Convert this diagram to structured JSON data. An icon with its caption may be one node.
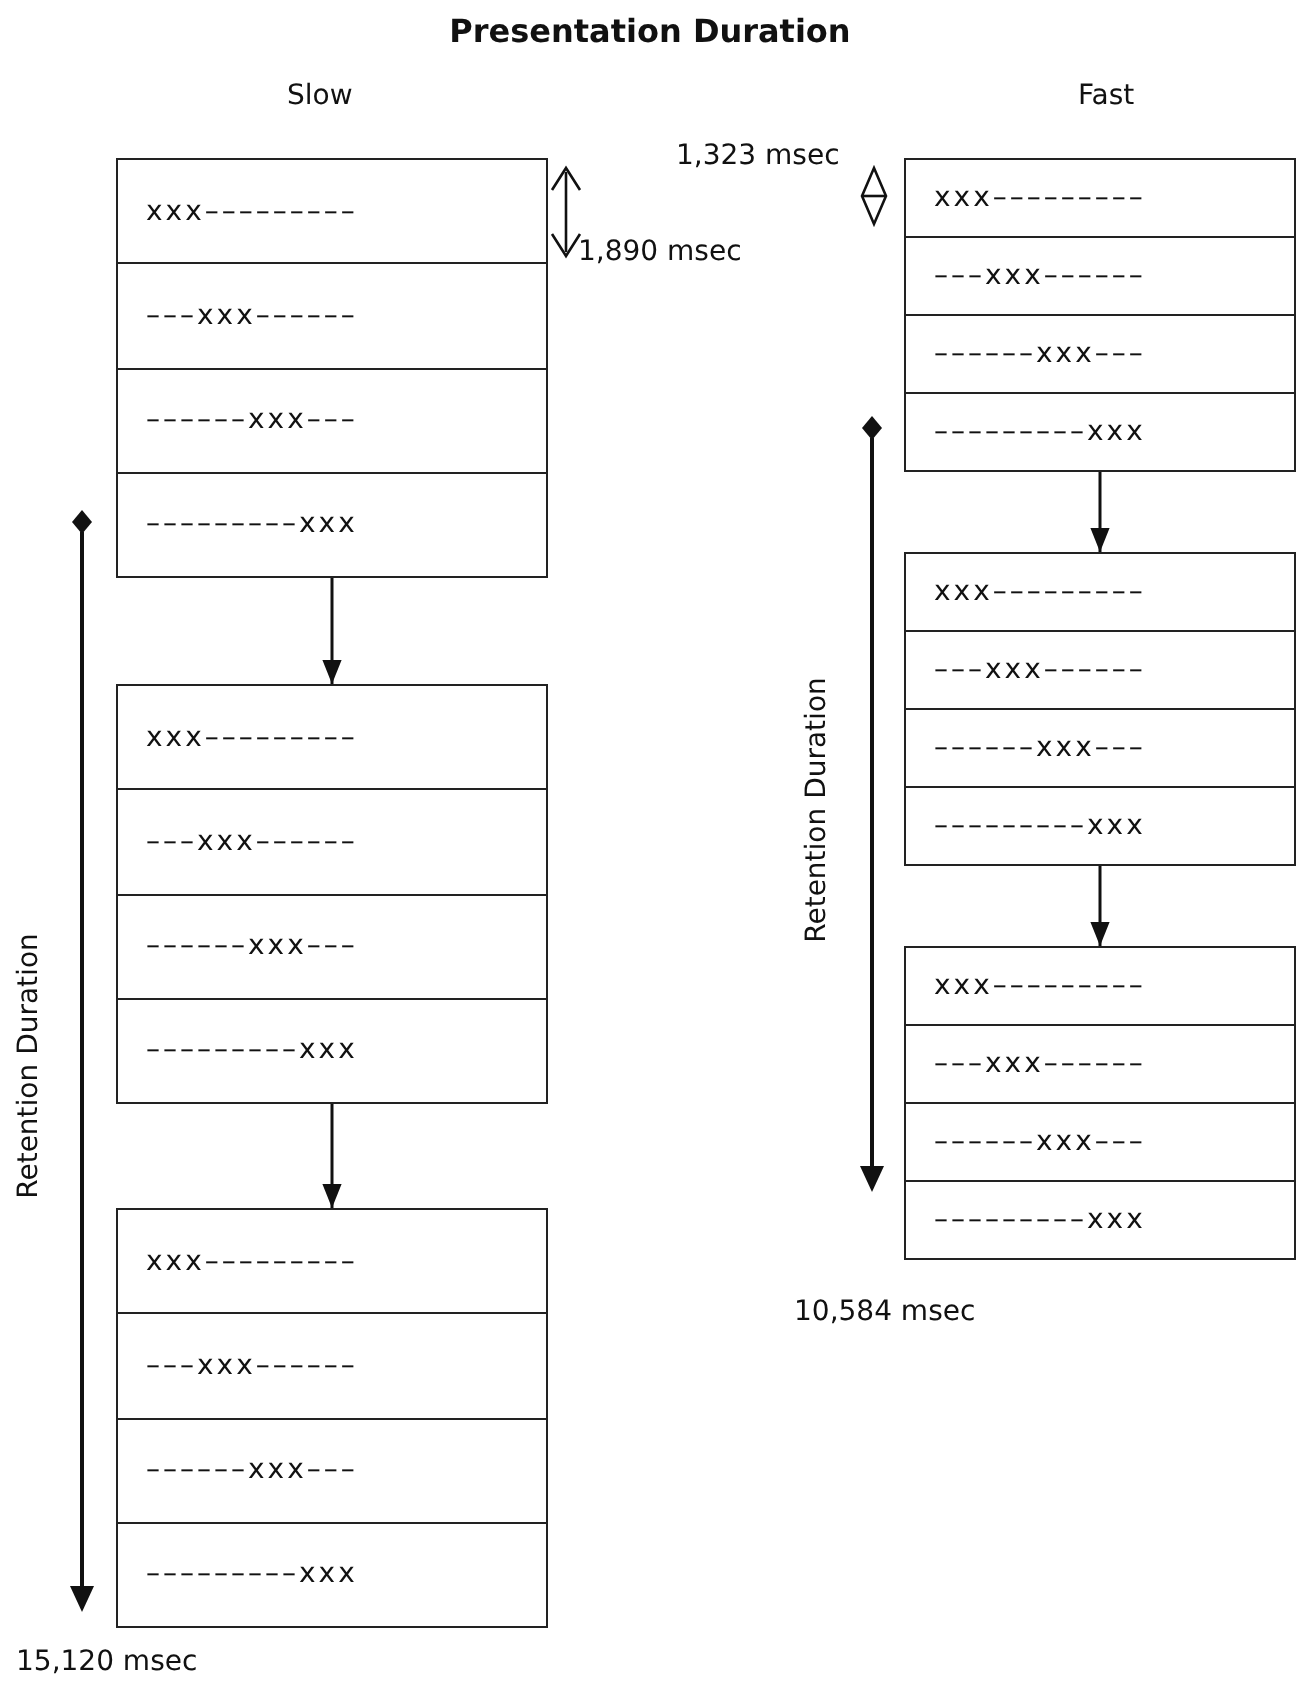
{
  "diagram": {
    "title": "Presentation Duration",
    "nodes": [
      {
        "text": [],
        "shape": "box"
      },
      {
        "text": [
          "xxx–––––––––"
        ],
        "in": 0
      },
      {
        "text": [
          "–––xxx––––––"
        ],
        "in": 0
      },
      {
        "text": [
          "––––––xxx–––"
        ],
        "in": 0
      },
      {
        "text": [
          "–––––––––xxx"
        ],
        "in": 0
      },
      {
        "text": [],
        "shape": "box"
      },
      {
        "text": [
          "xxx–––––––––"
        ],
        "in": 5
      },
      {
        "text": [
          "–––xxx––––––"
        ],
        "in": 5
      },
      {
        "text": [
          "––––––xxx–––"
        ],
        "in": 5
      },
      {
        "text": [
          "–––––––––xxx"
        ],
        "in": 5
      },
      {
        "text": [],
        "shape": "box"
      },
      {
        "text": [
          "xxx–––––––––"
        ],
        "in": 10
      },
      {
        "text": [
          "–––xxx––––––"
        ],
        "in": 10
      },
      {
        "text": [
          "––––––xxx–––"
        ],
        "in": 10
      },
      {
        "text": [
          "–––––––––xxx"
        ],
        "in": 10
      },
      {
        "text": [],
        "shape": "box"
      },
      {
        "text": [
          "xxx–––––––––"
        ],
        "in": 15
      },
      {
        "text": [
          "–––xxx––––––"
        ],
        "in": 15
      },
      {
        "text": [
          "––––––xxx–––"
        ],
        "in": 15
      },
      {
        "text": [
          "–––––––––xxx"
        ],
        "in": 15
      },
      {
        "text": [],
        "shape": "box"
      },
      {
        "text": [
          "xxx–––––––––"
        ],
        "in": 20
      },
      {
        "text": [
          "–––xxx––––––"
        ],
        "in": 20
      },
      {
        "text": [
          "––––––xxx–––"
        ],
        "in": 20
      },
      {
        "text": [
          "–––––––––xxx"
        ],
        "in": 20
      },
      {
        "text": [],
        "shape": "box"
      },
      {
        "text": [
          "xxx–––––––––"
        ],
        "in": 25
      },
      {
        "text": [
          "–––xxx––––––"
        ],
        "in": 25
      },
      {
        "text": [
          "––––––xxx–––"
        ],
        "in": 25
      },
      {
        "text": [
          "–––––––––xxx"
        ],
        "in": 25
      }
    ],
    "edges": [
      {
        "from": 0,
        "to": 5,
        "arrow": "to"
      },
      {
        "from": 5,
        "to": 10,
        "arrow": "to"
      },
      {
        "from": 15,
        "to": 20,
        "arrow": "to"
      },
      {
        "from": 20,
        "to": 25,
        "arrow": "to"
      }
    ],
    "labels": [
      "Slow",
      "Fast",
      "1,323 msec",
      "1,890 msec",
      "Retention Duration",
      "Retention Duration",
      "10,584 msec",
      "15,120 msec"
    ]
  }
}
